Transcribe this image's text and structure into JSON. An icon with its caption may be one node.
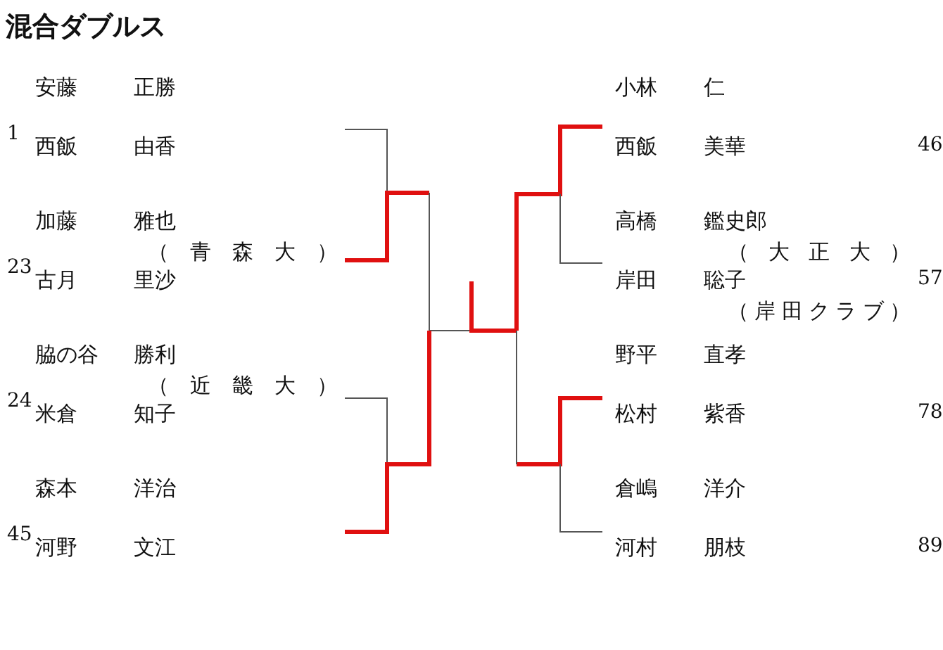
{
  "diagram": {
    "title": "混合ダブルス",
    "nodes": [
      {
        "text": [
          "1"
        ]
      },
      {
        "text": [
          "安藤",
          "正勝"
        ],
        "in": 0
      },
      {
        "text": [
          "西飯",
          "由香"
        ],
        "in": 0
      },
      {
        "text": [
          "23"
        ]
      },
      {
        "text": [
          "加藤",
          "雅也",
          "（青森大）"
        ],
        "in": 3
      },
      {
        "text": [
          "古月",
          "里沙"
        ],
        "in": 3
      },
      {
        "text": [
          "24"
        ]
      },
      {
        "text": [
          "脇の谷",
          "勝利",
          "（近畿大）"
        ],
        "in": 6
      },
      {
        "text": [
          "米倉",
          "知子"
        ],
        "in": 6
      },
      {
        "text": [
          "45"
        ]
      },
      {
        "text": [
          "森本",
          "洋治"
        ],
        "in": 9
      },
      {
        "text": [
          "河野",
          "文江"
        ],
        "in": 9
      },
      {
        "text": [
          "46"
        ]
      },
      {
        "text": [
          "小林",
          "仁"
        ],
        "in": 12
      },
      {
        "text": [
          "西飯",
          "美華"
        ],
        "in": 12
      },
      {
        "text": [
          "57"
        ]
      },
      {
        "text": [
          "高橋",
          "鑑史郎",
          "（大正大）"
        ],
        "in": 15
      },
      {
        "text": [
          "岸田",
          "聡子",
          "（岸田クラブ）"
        ],
        "in": 15
      },
      {
        "text": [
          "78"
        ]
      },
      {
        "text": [
          "野平",
          "直孝"
        ],
        "in": 18
      },
      {
        "text": [
          "松村",
          "紫香"
        ],
        "in": 18
      },
      {
        "text": [
          "89"
        ]
      },
      {
        "text": [
          "倉嶋",
          "洋介"
        ],
        "in": 21
      },
      {
        "text": [
          "河村",
          "朋枝"
        ],
        "in": 21
      }
    ]
  }
}
